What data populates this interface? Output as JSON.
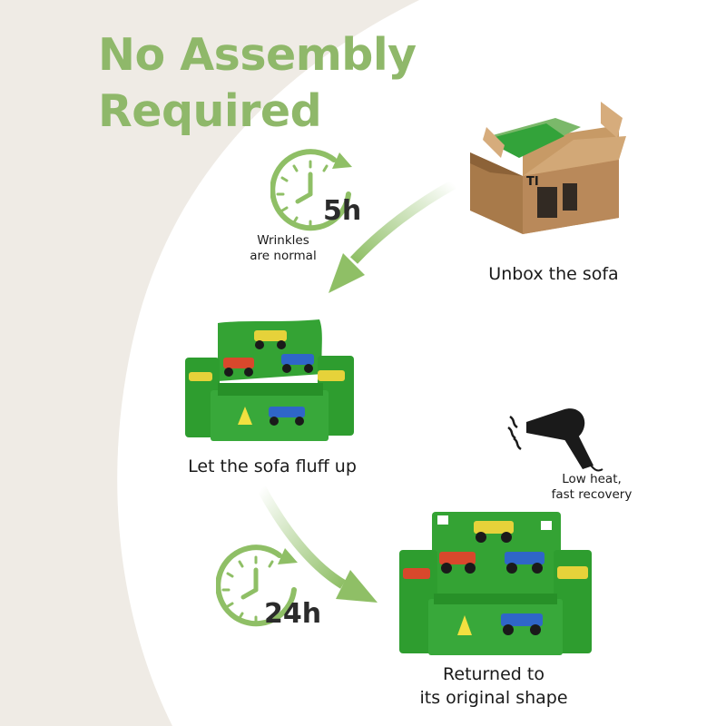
{
  "headline": {
    "line1": "No Assembly",
    "line2": "Required"
  },
  "colors": {
    "accent_green": "#8fbf66",
    "headline_green": "#8fb86a",
    "beige_background": "#efebe5",
    "fabric_green": "#2e9d2f",
    "text_dark": "#1a1a1a"
  },
  "timer_5h": {
    "label": "5h",
    "icon": "clock-arrow-icon"
  },
  "note_5h": {
    "line1": "Wrinkles",
    "line2": "are normal"
  },
  "step_unbox": {
    "label": "Unbox the sofa",
    "icon": "cardboard-box-icon"
  },
  "step_fluff": {
    "label": "Let the sofa fluff up",
    "icon": "green-kids-sofa"
  },
  "hair_dryer": {
    "icon": "hair-dryer-icon",
    "line1": "Low heat,",
    "line2": "fast recovery"
  },
  "timer_24h": {
    "label": "24h",
    "icon": "clock-arrow-icon"
  },
  "step_restored": {
    "line1": "Returned to",
    "line2": "its original shape",
    "icon": "green-kids-sofa"
  }
}
